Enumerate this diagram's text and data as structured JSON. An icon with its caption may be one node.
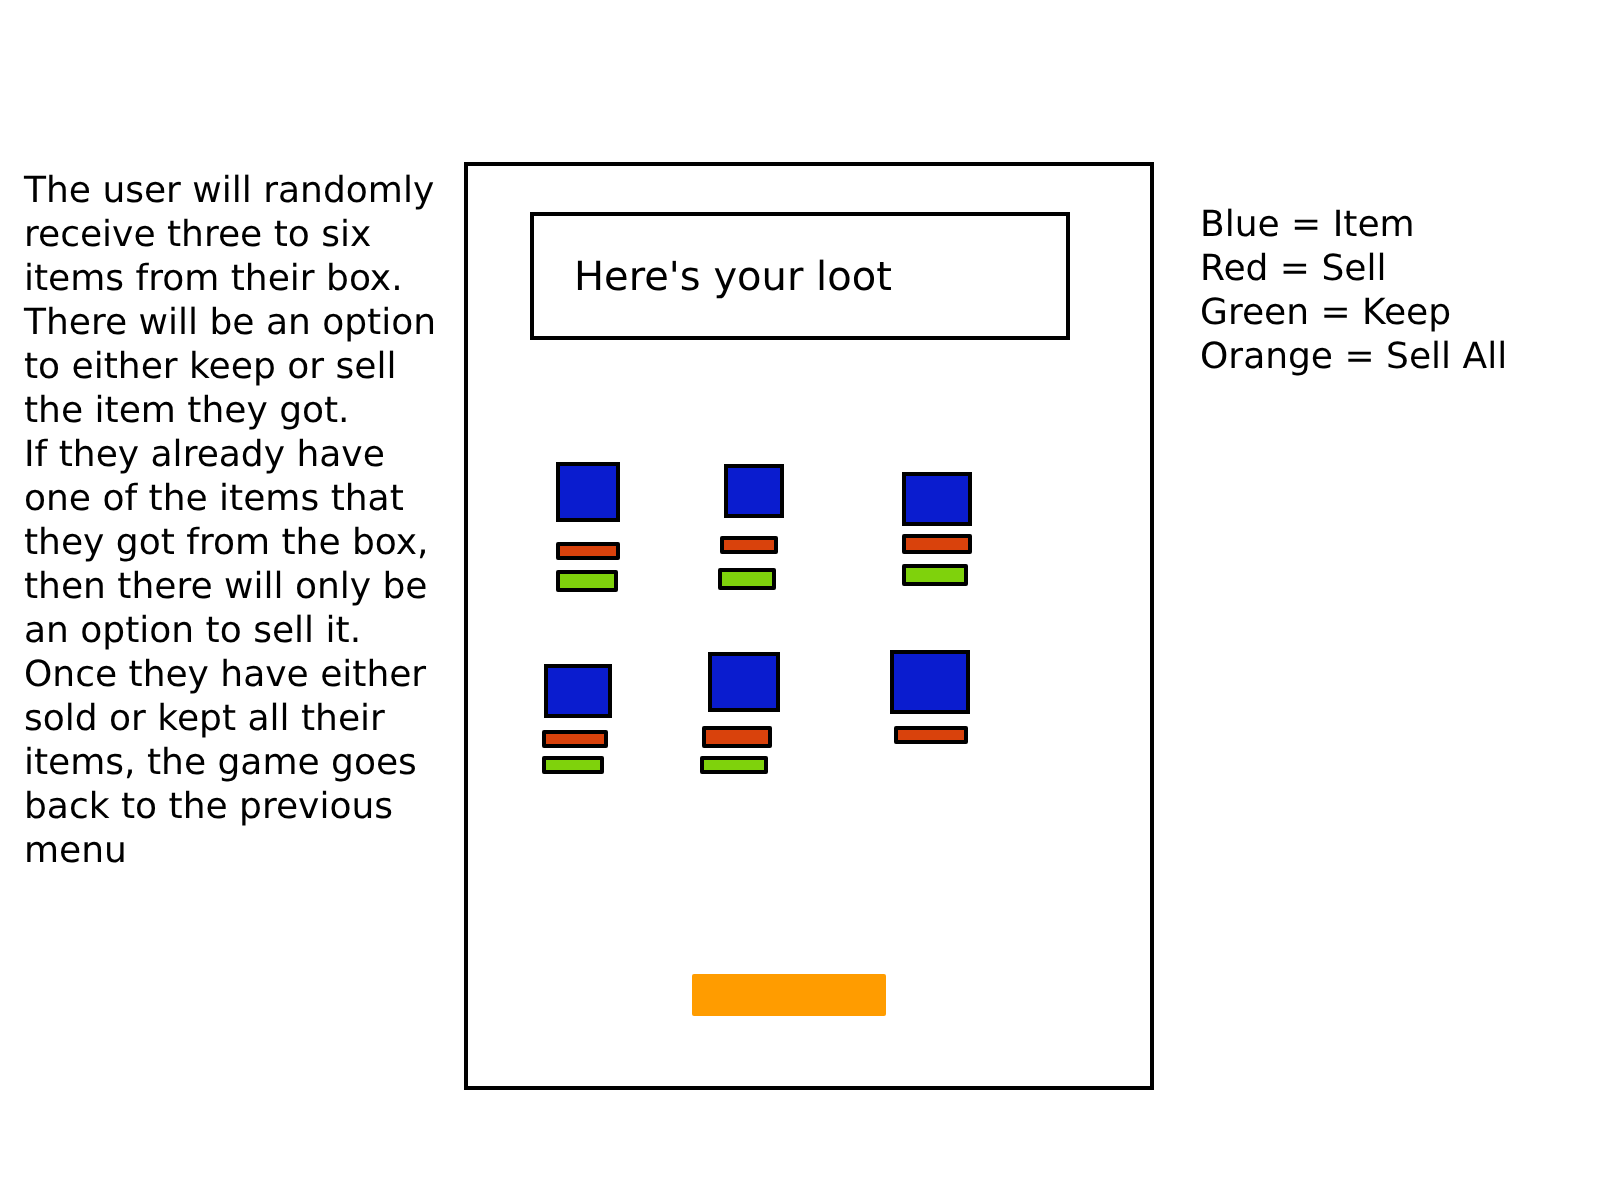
{
  "diagram": {
    "nodes": [
      {
        "text": [],
        "shape": "box"
      },
      {
        "text": [
          "Here's your loot"
        ],
        "in": 0
      },
      {
        "text": [],
        "shape": "box",
        "in": 0
      },
      {
        "text": [],
        "shape": "bar",
        "in": 0
      },
      {
        "text": [],
        "shape": "bar",
        "in": 0
      },
      {
        "text": [],
        "shape": "box",
        "in": 0
      },
      {
        "text": [],
        "shape": "bar",
        "in": 0
      },
      {
        "text": [],
        "shape": "bar",
        "in": 0
      },
      {
        "text": [],
        "shape": "box",
        "in": 0
      },
      {
        "text": [],
        "shape": "bar",
        "in": 0
      },
      {
        "text": [],
        "shape": "bar",
        "in": 0
      },
      {
        "text": [],
        "shape": "box",
        "in": 0
      },
      {
        "text": [],
        "shape": "bar",
        "in": 0
      },
      {
        "text": [],
        "shape": "bar",
        "in": 0
      },
      {
        "text": [],
        "shape": "box",
        "in": 0
      },
      {
        "text": [],
        "shape": "bar",
        "in": 0
      },
      {
        "text": [],
        "shape": "bar",
        "in": 0
      },
      {
        "text": [],
        "shape": "box",
        "in": 0
      },
      {
        "text": [],
        "shape": "bar",
        "in": 0
      },
      {
        "text": [],
        "shape": "bar",
        "in": 0
      }
    ],
    "labels": [
      "The user will randomly receive three to six items from their box.",
      "There will be an option to either keep or sell the item they got.",
      "If they already have one of the items that they got from the box, then there will only be an option to sell it.",
      "Once they have either sold or kept all their items, the game goes back to the previous menu"
    ],
    "legend": [
      {
        "text": "Blue = Item"
      },
      {
        "text": "Red = Sell"
      },
      {
        "text": "Green = Keep"
      },
      {
        "text": "Orange = Sell All"
      }
    ]
  }
}
